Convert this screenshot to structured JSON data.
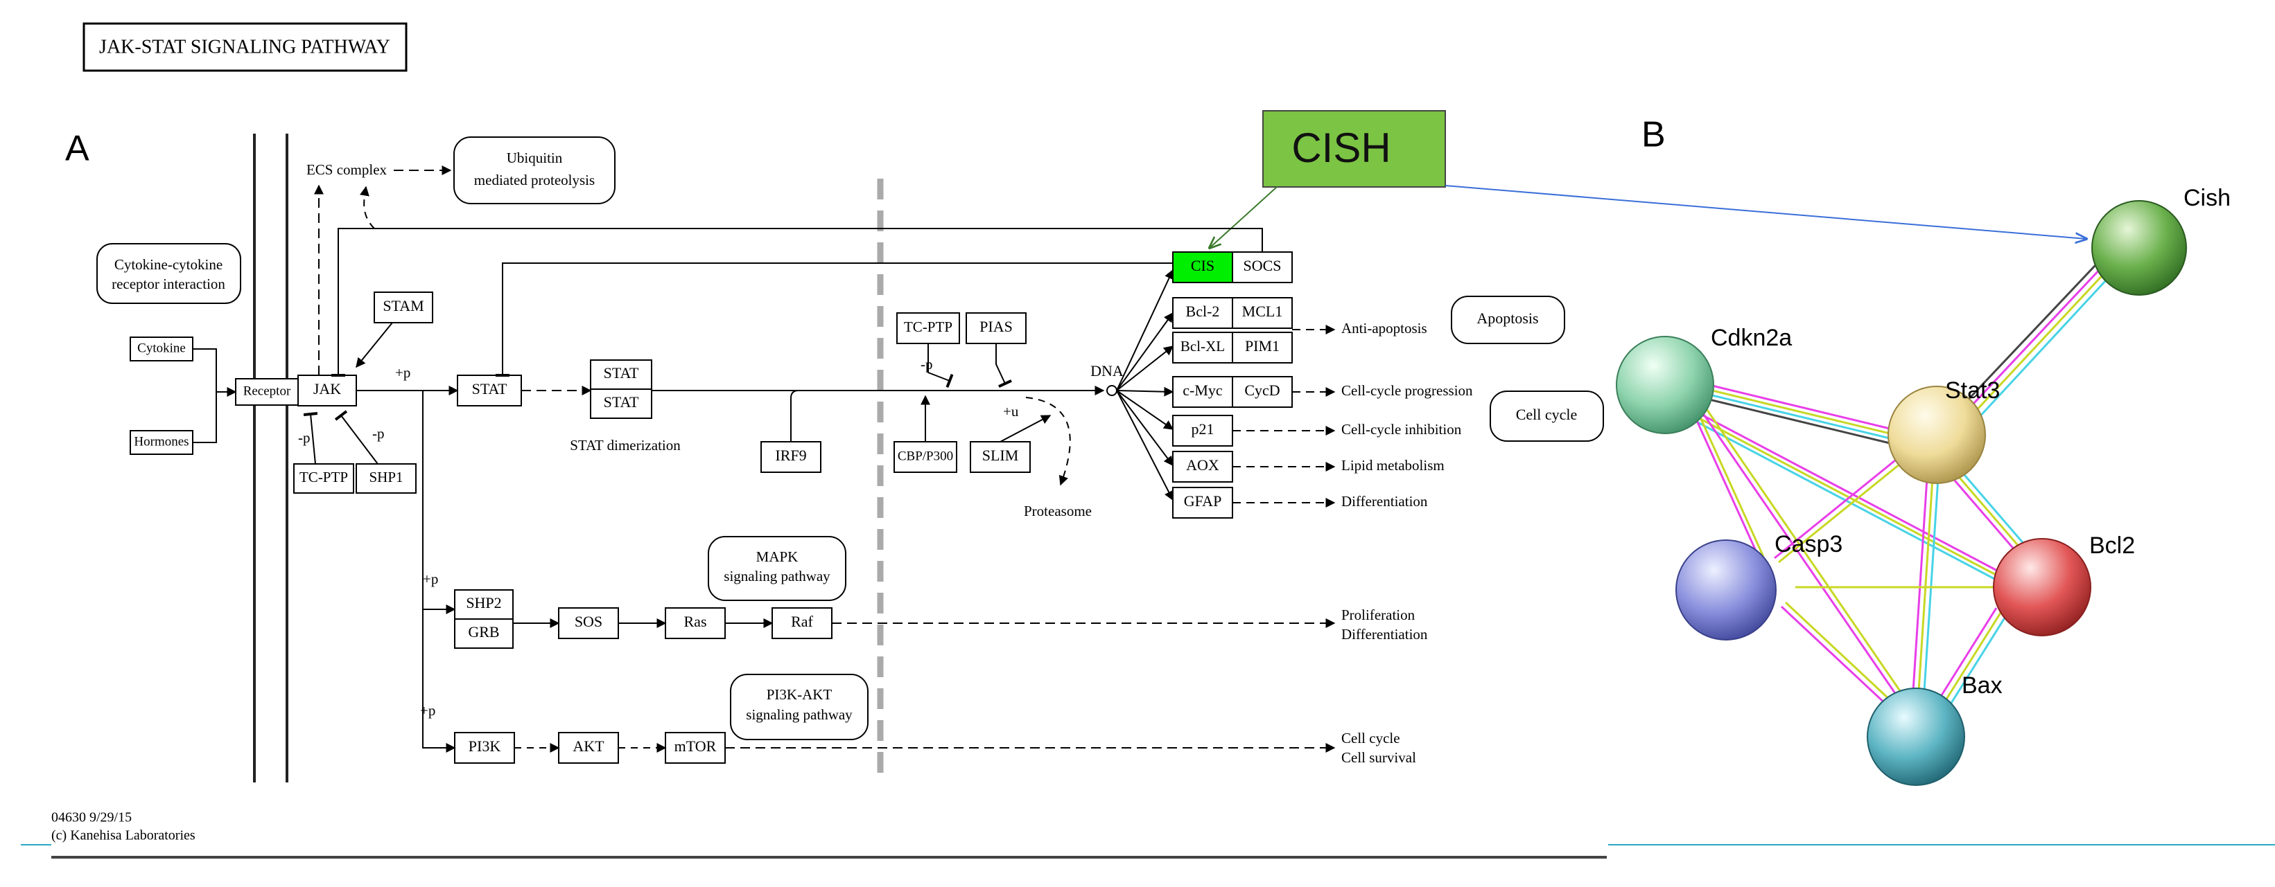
{
  "header_title": "JAK-STAT  SIGNALING  PATHWAY",
  "panel_a": {
    "label": "A",
    "callout": "CISH",
    "footer": {
      "line1": "04630 9/29/15",
      "line2": "(c) Kanehisa Laboratories"
    },
    "nodes": {
      "cytokine_receptor_interaction": [
        "Cytokine-cytokine",
        "receptor interaction"
      ],
      "cytokine": "Cytokine",
      "hormones": "Hormones",
      "receptor": "Receptor",
      "jak": "JAK",
      "ecs_complex": "ECS complex",
      "ubiquitin": [
        "Ubiquitin",
        "mediated proteolysis"
      ],
      "stam": "STAM",
      "tc_ptp_left": "TC-PTP",
      "shp1": "SHP1",
      "stat": "STAT",
      "stat_dimer_top": "STAT",
      "stat_dimer_bottom": "STAT",
      "stat_dimerization": "STAT dimerization",
      "irf9": "IRF9",
      "tc_ptp_right": "TC-PTP",
      "pias": "PIAS",
      "cbp_p300": "CBP/P300",
      "slim": "SLIM",
      "proteasome": "Proteasome",
      "dna": "DNA",
      "cis": "CIS",
      "socs": "SOCS",
      "bcl2": "Bcl-2",
      "mcl1": "MCL1",
      "bclxl": "Bcl-XL",
      "pim1": "PIM1",
      "cmyc": "c-Myc",
      "cycd": "CycD",
      "p21": "p21",
      "aox": "AOX",
      "gfap": "GFAP",
      "shp2": "SHP2",
      "grb": "GRB",
      "sos": "SOS",
      "ras": "Ras",
      "raf": "Raf",
      "mapk": [
        "MAPK",
        "signaling pathway"
      ],
      "pi3k": "PI3K",
      "akt": "AKT",
      "mtor": "mTOR",
      "pi3k_akt": [
        "PI3K-AKT",
        "signaling pathway"
      ],
      "apoptosis": "Apoptosis",
      "cell_cycle": "Cell cycle"
    },
    "outputs": {
      "anti_apoptosis": "Anti-apoptosis",
      "cell_cycle_progression": "Cell-cycle progression",
      "cell_cycle_inhibition": "Cell-cycle inhibition",
      "lipid_metabolism": "Lipid metabolism",
      "differentiation": "Differentiation",
      "proliferation_differentiation": [
        "Proliferation",
        "Differentiation"
      ],
      "cell_cycle_survival": [
        "Cell cycle",
        "Cell survival"
      ]
    },
    "modifiers": {
      "plus_p": "+p",
      "minus_p": "-p",
      "plus_u": "+u"
    }
  },
  "panel_b": {
    "label": "B",
    "proteins": [
      "Cish",
      "Cdkn2a",
      "Stat3",
      "Casp3",
      "Bcl2",
      "Bax"
    ]
  },
  "colors": {
    "cis_highlight": "#00ee00",
    "callout_fill": "#7cc444",
    "cish_node": "#6ab04c",
    "cdkn2a_node": "#8fd4ad",
    "stat3_node": "#efdc9a",
    "casp3_node": "#8c92de",
    "bcl2_node": "#e25656",
    "bax_node": "#5fb6c4",
    "edge_magenta": "#e83fe8",
    "edge_yellow": "#c8d824",
    "edge_cyan": "#47d3e6",
    "edge_dark": "#444444",
    "callout_arrow": "#3a6fd8",
    "rule_teal": "#2aa9c4"
  }
}
